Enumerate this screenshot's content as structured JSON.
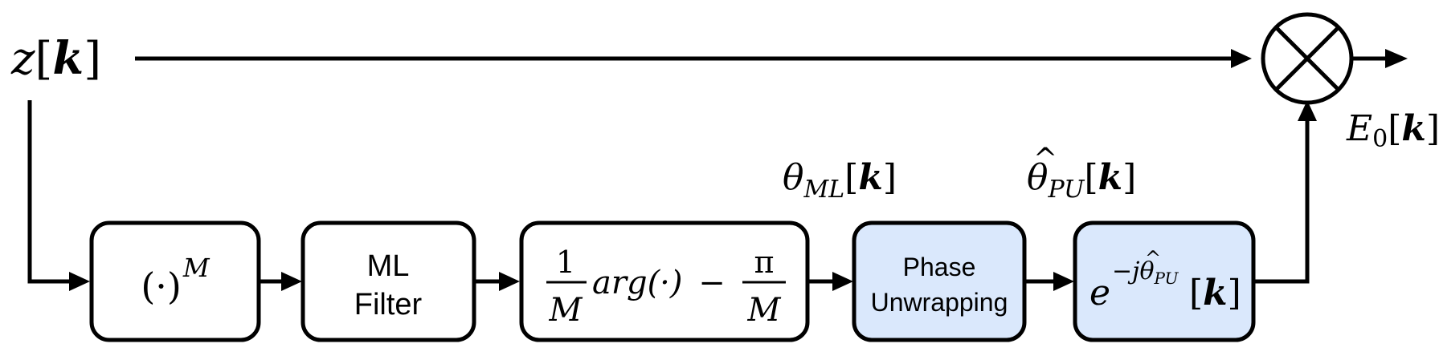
{
  "colors": {
    "stroke": "#000000",
    "box_fill": "#ffffff",
    "highlight_fill": "#dae8fc"
  },
  "signals": {
    "input": {
      "var": "z",
      "idx": "k"
    },
    "output": {
      "var": "E",
      "sub": "0",
      "idx": "k"
    },
    "theta_ml": {
      "var": "θ",
      "sub": "ML",
      "idx": "k"
    },
    "theta_pu": {
      "var": "θ",
      "hat": "^",
      "sub": "PU",
      "idx": "k"
    }
  },
  "blocks": {
    "power": {
      "base": "(·)",
      "exp": "M"
    },
    "ml_filter": {
      "line1": "ML",
      "line2": "Filter"
    },
    "arg": {
      "one": "1",
      "M": "M",
      "func": "arg(·)",
      "minus": "−",
      "pi": "π",
      "M2": "M"
    },
    "unwrap": {
      "line1": "Phase",
      "line2": "Unwrapping"
    },
    "exp": {
      "e": "e",
      "exp_prefix": "−j",
      "theta": "θ",
      "hat": "^",
      "sub": "PU",
      "idx": "k"
    }
  },
  "multiplier": {
    "icon": "multiply-circle-icon"
  }
}
